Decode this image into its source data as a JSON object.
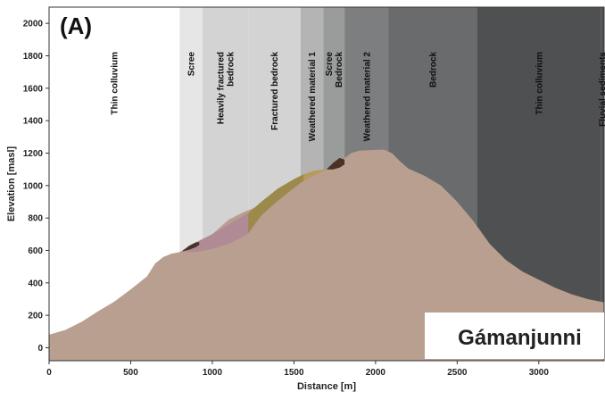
{
  "chart_data": {
    "type": "area",
    "panel_label": "(A)",
    "site_name": "Gámanjunni",
    "xlabel": "Distance [m]",
    "ylabel": "Elevation [masl]",
    "xlim": [
      0,
      3400
    ],
    "ylim": [
      -80,
      2100
    ],
    "x_ticks": [
      0,
      500,
      1000,
      1500,
      2000,
      2500,
      3000
    ],
    "y_ticks": [
      0,
      200,
      400,
      600,
      800,
      1000,
      1200,
      1400,
      1600,
      1800,
      2000
    ],
    "colors": {
      "terrain": "#b89f90",
      "zone_white": "#ffffff",
      "zone_lightest": "#e6e6e6",
      "zone_light": "#d3d3d3",
      "zone_mid": "#b4b4b4",
      "zone_darkmid": "#9a9b9b",
      "zone_dark": "#7d7e7f",
      "zone_darker": "#6a6b6d",
      "zone_darkest": "#4f5052",
      "purple_deposit": "#b08b95",
      "yellow_deposit": "#b89a5a",
      "olive_deposit": "#9c8a4c",
      "scree_deposit": "#4a3326"
    },
    "zones": [
      {
        "label": "Thin colluvium",
        "x0": 0,
        "x1": 800,
        "color": "zone_white"
      },
      {
        "label": "Scree",
        "x0": 800,
        "x1": 940,
        "color": "zone_lightest"
      },
      {
        "label": "Heavily fractured bedrock",
        "label_lines": [
          "Heavily fractured",
          "bedrock"
        ],
        "x0": 940,
        "x1": 1220,
        "color": "zone_light"
      },
      {
        "label": "Fractured bedrock",
        "x0": 1220,
        "x1": 1540,
        "color": "zone_light"
      },
      {
        "label": "Weathered material 1",
        "x0": 1540,
        "x1": 1680,
        "color": "zone_mid"
      },
      {
        "label": "Scree Bedrock",
        "label_lines": [
          "Scree",
          "Bedrock"
        ],
        "x0": 1680,
        "x1": 1810,
        "color": "zone_darkmid"
      },
      {
        "label": "Weathered material 2",
        "x0": 1810,
        "x1": 2080,
        "color": "zone_dark"
      },
      {
        "label": "Bedrock",
        "x0": 2080,
        "x1": 2620,
        "color": "zone_darker"
      },
      {
        "label": "Thin colluvium",
        "x0": 2620,
        "x1": 3380,
        "color": "zone_darkest"
      },
      {
        "label": "Fluvial sediments",
        "x0": 3380,
        "x1": 3400,
        "color": "zone_darkest"
      }
    ],
    "terrain_profile": {
      "x": [
        0,
        100,
        200,
        300,
        400,
        500,
        600,
        650,
        700,
        750,
        800,
        850,
        900,
        950,
        1000,
        1100,
        1200,
        1250,
        1300,
        1400,
        1500,
        1600,
        1700,
        1800,
        1850,
        1900,
        2000,
        2050,
        2100,
        2150,
        2200,
        2300,
        2400,
        2500,
        2600,
        2700,
        2800,
        2900,
        3000,
        3100,
        3200,
        3300,
        3400
      ],
      "y": [
        80,
        110,
        160,
        225,
        285,
        360,
        440,
        520,
        560,
        580,
        590,
        600,
        620,
        650,
        700,
        790,
        840,
        860,
        885,
        960,
        1030,
        1080,
        1100,
        1160,
        1200,
        1215,
        1220,
        1222,
        1200,
        1150,
        1105,
        1060,
        1000,
        900,
        780,
        640,
        540,
        470,
        420,
        370,
        330,
        300,
        280
      ]
    },
    "deposits": [
      {
        "name": "purple",
        "color": "purple_deposit",
        "top": {
          "x": [
            800,
            900,
            1000,
            1100,
            1200,
            1220
          ],
          "y": [
            590,
            650,
            700,
            760,
            820,
            830
          ]
        },
        "bottom": {
          "x": [
            800,
            900,
            1000,
            1100,
            1200,
            1220
          ],
          "y": [
            590,
            590,
            610,
            640,
            690,
            705
          ]
        }
      },
      {
        "name": "olive",
        "color": "olive_deposit",
        "top": {
          "x": [
            1220,
            1300,
            1400,
            1500,
            1560
          ],
          "y": [
            830,
            900,
            980,
            1040,
            1070
          ]
        },
        "bottom": {
          "x": [
            1220,
            1300,
            1400,
            1500,
            1560
          ],
          "y": [
            705,
            815,
            905,
            985,
            1030
          ]
        }
      },
      {
        "name": "yellow",
        "color": "yellow_deposit",
        "top": {
          "x": [
            1560,
            1620,
            1680,
            1700
          ],
          "y": [
            1070,
            1090,
            1100,
            1100
          ]
        },
        "bottom": {
          "x": [
            1560,
            1620,
            1680,
            1700
          ],
          "y": [
            1030,
            1060,
            1090,
            1100
          ]
        }
      },
      {
        "name": "scree-left",
        "color": "scree_deposit",
        "top": {
          "x": [
            820,
            860,
            900,
            920
          ],
          "y": [
            600,
            630,
            650,
            650
          ]
        },
        "bottom": {
          "x": [
            820,
            860,
            900,
            920
          ],
          "y": [
            595,
            605,
            620,
            635
          ]
        }
      },
      {
        "name": "scree-right",
        "color": "scree_deposit",
        "top": {
          "x": [
            1700,
            1740,
            1780,
            1810
          ],
          "y": [
            1100,
            1140,
            1170,
            1160
          ]
        },
        "bottom": {
          "x": [
            1700,
            1740,
            1780,
            1810
          ],
          "y": [
            1100,
            1100,
            1110,
            1130
          ]
        }
      }
    ]
  }
}
